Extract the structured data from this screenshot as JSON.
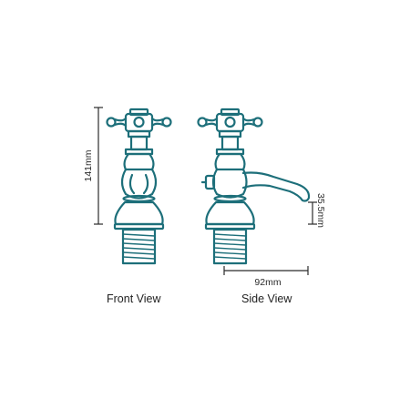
{
  "dimensions": {
    "height": "141mm",
    "spout_drop": "35.5mm",
    "width": "92mm"
  },
  "captions": {
    "front": "Front View",
    "side": "Side View"
  },
  "colors": {
    "line": "#1d6f7a",
    "dimension": "#2b2b2b",
    "background": "#ffffff"
  }
}
